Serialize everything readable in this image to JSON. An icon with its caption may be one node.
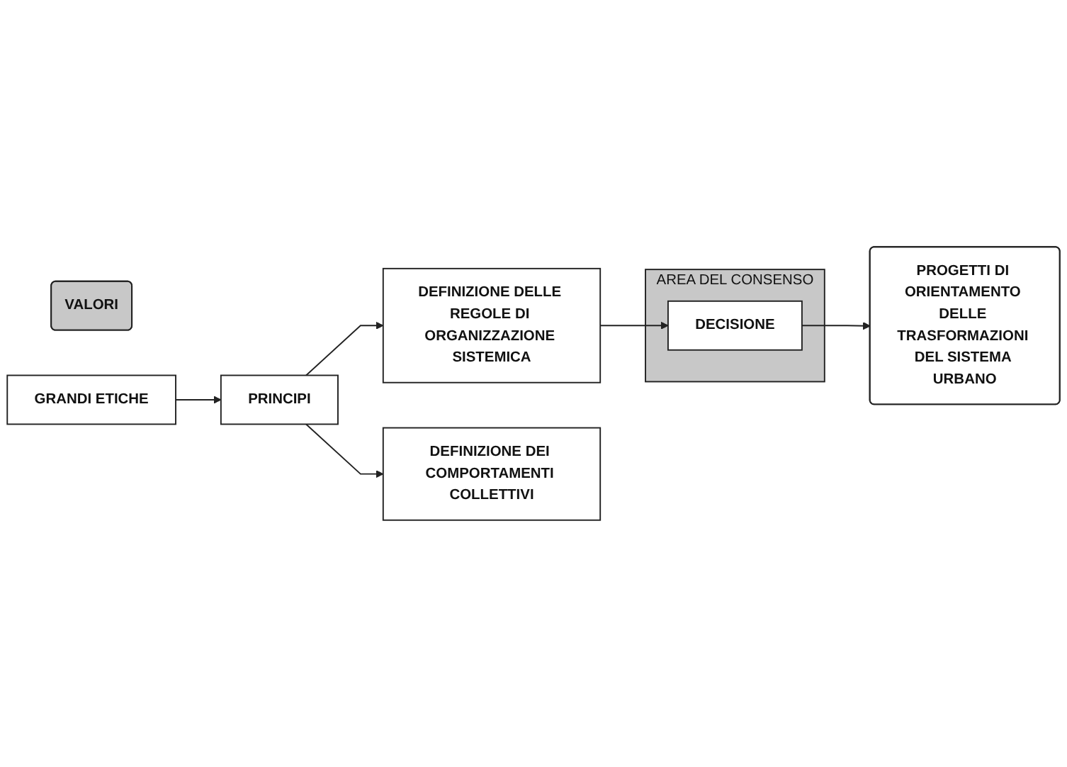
{
  "diagram": {
    "nodes": [
      {
        "text": [
          "VALORI"
        ]
      },
      {
        "text": [
          "GRANDI ETICHE"
        ]
      },
      {
        "text": [
          "PRINCIPI"
        ]
      },
      {
        "text": [
          "DEFINIZIONE DELLE REGOLE DI ORGANIZZAZIONE SISTEMICA"
        ]
      },
      {
        "text": [
          "DEFINIZIONE DEI COMPORTAMENTI COLLETTIVI"
        ]
      },
      {
        "text": [
          "AREA DEL CONSENSO"
        ]
      },
      {
        "text": [
          "DECISIONE"
        ],
        "in": 5
      },
      {
        "text": [
          "PROGETTI DI ORIENTAMENTO DELLE TRASFORMAZIONI DEL SISTEMA URBANO"
        ]
      }
    ],
    "edges": [
      {
        "from": 1,
        "to": 2,
        "arrow": "to"
      },
      {
        "from": 2,
        "to": 3,
        "arrow": "to"
      },
      {
        "from": 2,
        "to": 4,
        "arrow": "to"
      },
      {
        "from": 3,
        "to": 6,
        "arrow": "to"
      },
      {
        "from": 6,
        "to": 7,
        "arrow": "to"
      }
    ]
  }
}
